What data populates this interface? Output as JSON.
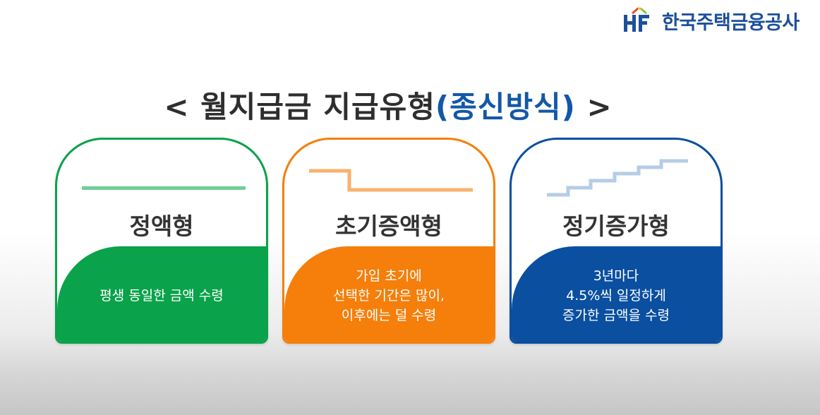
{
  "brand": {
    "mark": "HF",
    "name": "한국주택금융공사",
    "colors": {
      "primary": "#1d4f9c",
      "roof_left": "#e84b2c",
      "roof_mid": "#f7b731",
      "roof_right": "#8cc63f"
    }
  },
  "title": {
    "prefix": "< 월지급금 지급유형",
    "accent": "(종신방식)",
    "suffix": " >"
  },
  "cards": [
    {
      "name": "정액형",
      "graphic": "flat-line-icon",
      "color": "#0aa24a",
      "graphic_color": "#6fcf97",
      "description": [
        "평생 동일한 금액 수령"
      ]
    },
    {
      "name": "초기증액형",
      "graphic": "step-down-line-icon",
      "color": "#f57f0a",
      "graphic_color": "#f9b26c",
      "description": [
        "가입 초기에",
        "선택한 기간은 많이,",
        "이후에는 덜 수령"
      ]
    },
    {
      "name": "정기증가형",
      "graphic": "staircase-up-icon",
      "color": "#0a4fa0",
      "graphic_color": "#b5cde6",
      "description": [
        "3년마다",
        "4.5%씩 일정하게",
        "증가한 금액을 수령"
      ]
    }
  ]
}
